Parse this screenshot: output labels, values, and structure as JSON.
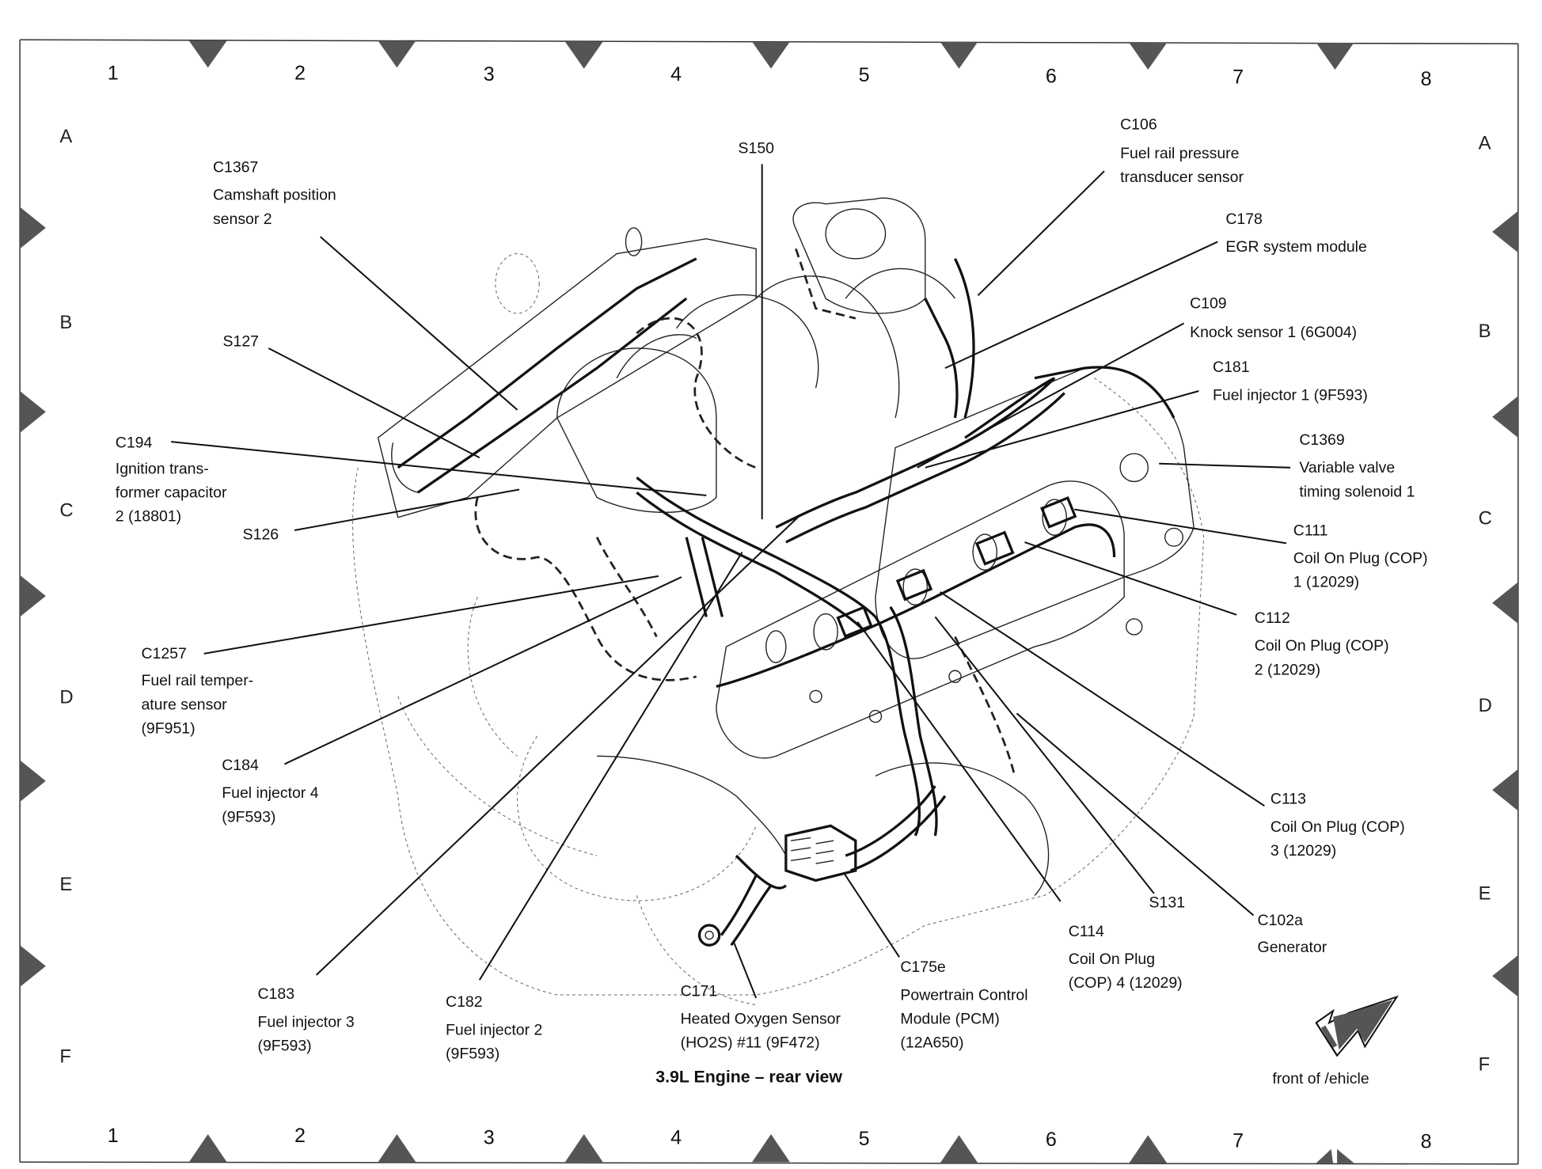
{
  "diagram": {
    "title": "3.9L Engine – rear view",
    "orientation_label": "front of /ehicle",
    "grid": {
      "columns": [
        "1",
        "2",
        "3",
        "4",
        "5",
        "6",
        "7",
        "8"
      ],
      "rows": [
        "A",
        "B",
        "C",
        "D",
        "E",
        "F"
      ]
    },
    "callouts": [
      {
        "id": "C1367",
        "lines": [
          "Camshaft position",
          "sensor 2"
        ]
      },
      {
        "id": "S150",
        "lines": []
      },
      {
        "id": "C106",
        "lines": [
          "Fuel rail pressure",
          "transducer sensor"
        ]
      },
      {
        "id": "C178",
        "lines": [
          "EGR system module"
        ]
      },
      {
        "id": "C109",
        "lines": [
          "Knock sensor 1 (6G004)"
        ]
      },
      {
        "id": "C181",
        "lines": [
          "Fuel injector 1 (9F593)"
        ]
      },
      {
        "id": "C1369",
        "lines": [
          "Variable valve",
          "timing solenoid 1"
        ]
      },
      {
        "id": "C111",
        "lines": [
          "Coil On Plug (COP)",
          "1 (12029)"
        ]
      },
      {
        "id": "C112",
        "lines": [
          "Coil On Plug (COP)",
          "2 (12029)"
        ]
      },
      {
        "id": "C113",
        "lines": [
          "Coil On Plug (COP)",
          "3 (12029)"
        ]
      },
      {
        "id": "C102a",
        "lines": [
          "Generator"
        ]
      },
      {
        "id": "S131",
        "lines": []
      },
      {
        "id": "C114",
        "lines": [
          "Coil On Plug",
          "(COP) 4 (12029)"
        ]
      },
      {
        "id": "C175e",
        "lines": [
          "Powertrain Control",
          "Module (PCM)",
          "(12A650)"
        ]
      },
      {
        "id": "C171",
        "lines": [
          "Heated Oxygen Sensor",
          "(HO2S) #11 (9F472)"
        ]
      },
      {
        "id": "C182",
        "lines": [
          "Fuel injector 2",
          "(9F593)"
        ]
      },
      {
        "id": "C183",
        "lines": [
          "Fuel injector 3",
          "(9F593)"
        ]
      },
      {
        "id": "C184",
        "lines": [
          "Fuel injector 4",
          "(9F593)"
        ]
      },
      {
        "id": "C1257",
        "lines": [
          "Fuel rail temper-",
          "ature sensor",
          "(9F951)"
        ]
      },
      {
        "id": "S126",
        "lines": []
      },
      {
        "id": "C194",
        "lines": [
          "Ignition trans-",
          "former capacitor",
          "2 (18801)"
        ]
      },
      {
        "id": "S127",
        "lines": []
      }
    ]
  }
}
